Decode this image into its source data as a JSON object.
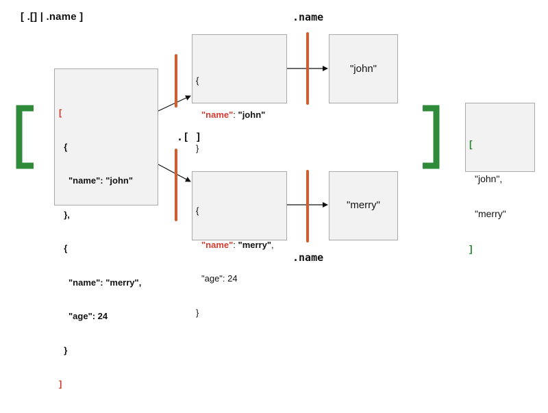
{
  "title": "[ .[] | .name ]",
  "labels": {
    "top_name": ".name",
    "bottom_name": ".name",
    "iterate": ".[ ]"
  },
  "input_box": {
    "line1": "[",
    "line2": "  {",
    "line3": "\"name\": \"john\"",
    "line4": "  },",
    "line5": "  {",
    "line6": "\"name\": \"merry\",",
    "line7": "\"age\": 24",
    "line8": "  }",
    "line9": "]"
  },
  "elem_top": {
    "open": "{",
    "key_name": "\"name\"",
    "colon": ": ",
    "value": "\"john\"",
    "close": "}"
  },
  "elem_bottom": {
    "open": "{",
    "key_name": "\"name\"",
    "colon": ": ",
    "value": "\"merry\"",
    "comma": ",",
    "age_line": "\"age\": 24",
    "close": "}"
  },
  "result_top": "\"john\"",
  "result_bottom": "\"merry\"",
  "output_box": {
    "open": "[",
    "line1": "\"john\",",
    "line2": "\"merry\"",
    "close": "]"
  },
  "colors": {
    "bracket_green": "#2f8a3a",
    "bar_orange": "#d65b27",
    "key_red": "#d23b2f"
  }
}
